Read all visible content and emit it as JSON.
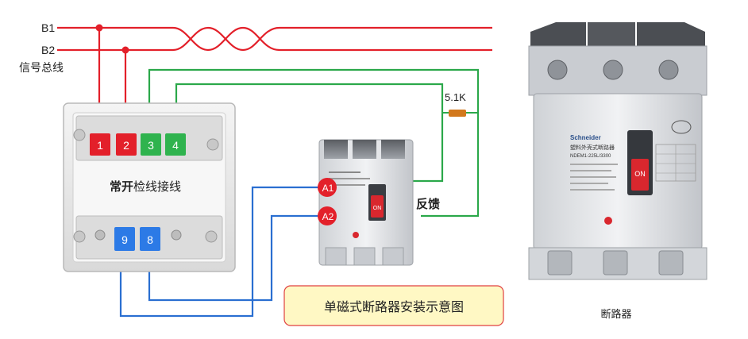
{
  "bus": {
    "line1_label": "B1",
    "line2_label": "B2",
    "bus_title": "信号总线"
  },
  "module": {
    "label_main": "常开",
    "label_rest": "检线接线",
    "terminals": {
      "t1": "1",
      "t2": "2",
      "t3": "3",
      "t4": "4",
      "t9": "9",
      "t8": "8"
    }
  },
  "resistor": {
    "value": "5.1K"
  },
  "small_breaker": {
    "terminal_a1": "A1",
    "terminal_a2": "A2",
    "feedback_label": "反馈",
    "on_text": "ON"
  },
  "big_breaker": {
    "caption": "断路器",
    "brand": "Schneider",
    "model_text": "塑料外壳式断路器",
    "model_code": "NDEM1-225L/3300",
    "on_text": "ON"
  },
  "caption_box": {
    "text": "单磁式断路器安装示意图"
  },
  "colors": {
    "bus_red": "#e3202a",
    "green_wire": "#2ba84a",
    "blue_wire": "#2a6fd1",
    "terminal_red": "#e3202a",
    "terminal_green": "#2fb34e",
    "terminal_blue": "#2c7ae6",
    "caption_bg": "#fff8c4",
    "caption_border": "#e04040"
  }
}
